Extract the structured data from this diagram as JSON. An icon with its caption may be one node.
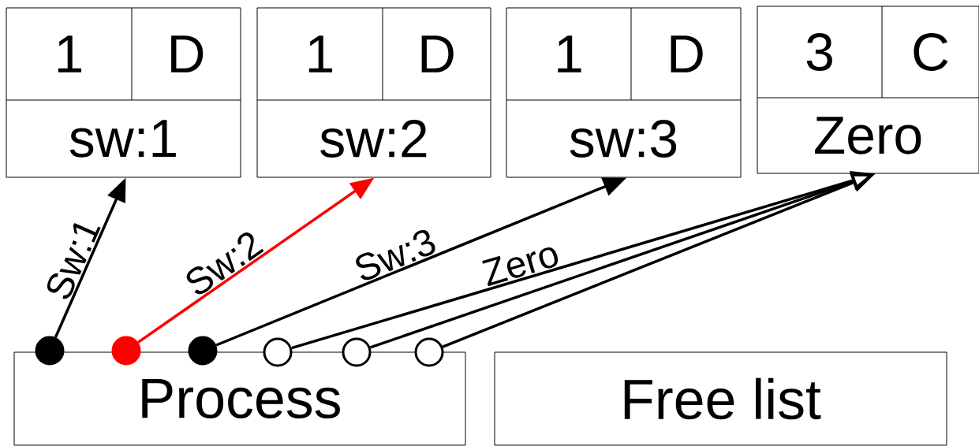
{
  "diagram": {
    "nodes": [
      {
        "text": [
          "1",
          "D",
          "sw:1"
        ]
      },
      {
        "text": [
          "1",
          "D",
          "sw:2"
        ]
      },
      {
        "text": [
          "1",
          "D",
          "sw:3"
        ]
      },
      {
        "text": [
          "3",
          "C",
          "Zero"
        ]
      },
      {
        "text": [],
        "shape": "circle"
      },
      {
        "text": [],
        "shape": "circle"
      },
      {
        "text": [],
        "shape": "circle"
      },
      {
        "text": [],
        "shape": "circle"
      },
      {
        "text": [],
        "shape": "circle"
      },
      {
        "text": [],
        "shape": "circle"
      },
      {
        "text": [
          "Process"
        ]
      },
      {
        "text": [
          "Free list"
        ]
      }
    ],
    "edges": [
      {
        "from": 4,
        "to": 0,
        "arrow": "to",
        "label": "Sw:1"
      },
      {
        "from": 5,
        "to": 1,
        "arrow": "to",
        "label": "Sw:2",
        "color": "#ff0000"
      },
      {
        "from": 6,
        "to": 2,
        "arrow": "to",
        "label": "Sw:3"
      },
      {
        "from": 7,
        "to": 3,
        "arrow": "to",
        "label": "Zero"
      },
      {
        "from": 8,
        "to": 3,
        "arrow": "to"
      },
      {
        "from": 9,
        "to": 3,
        "arrow": "to"
      }
    ]
  }
}
